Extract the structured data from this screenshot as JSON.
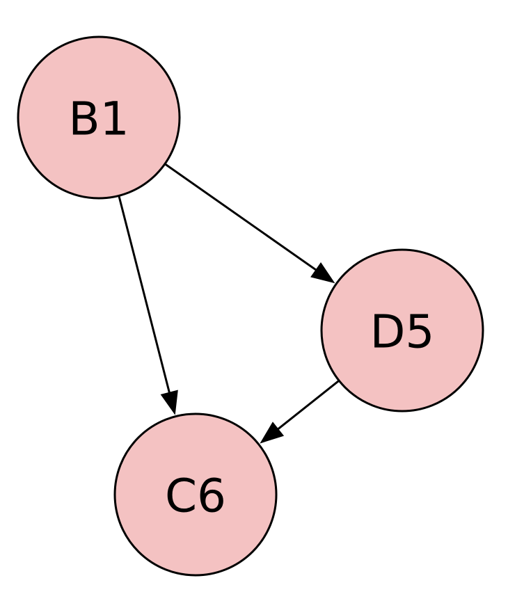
{
  "diagram": {
    "colors": {
      "node_fill": "#f4c2c2",
      "node_stroke": "#000000",
      "edge": "#000000",
      "background": "#ffffff"
    },
    "nodes": [
      {
        "id": "B1",
        "label": "B1"
      },
      {
        "id": "D5",
        "label": "D5"
      },
      {
        "id": "C6",
        "label": "C6"
      }
    ],
    "edges": [
      {
        "from": "B1",
        "to": "D5"
      },
      {
        "from": "B1",
        "to": "C6"
      },
      {
        "from": "D5",
        "to": "C6"
      }
    ]
  }
}
